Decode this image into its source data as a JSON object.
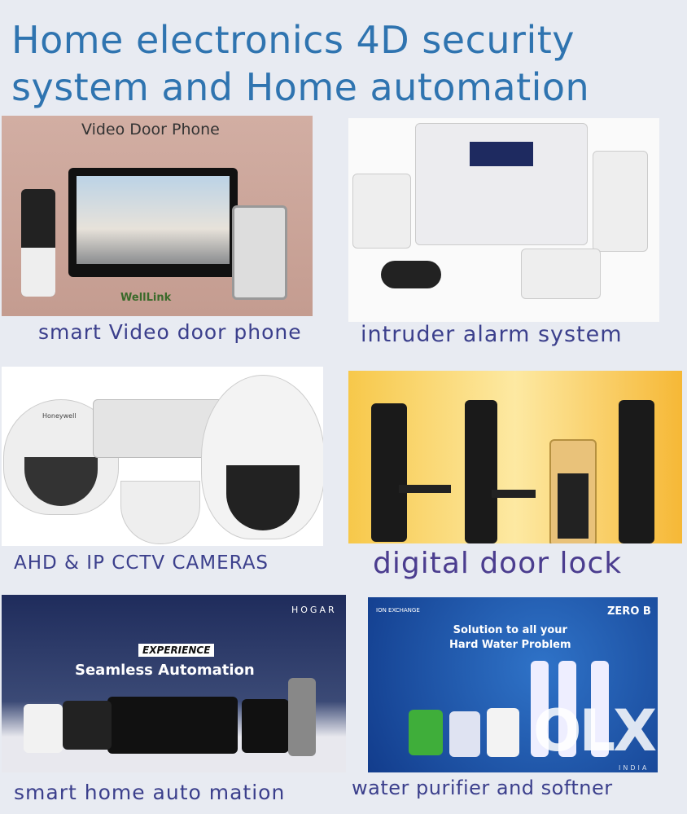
{
  "title": {
    "line1": "Home electronics 4D security",
    "line2": "system and Home automation"
  },
  "panels": [
    {
      "caption": "smart Video door phone",
      "heading": "Video Door Phone",
      "brand": "WellLink"
    },
    {
      "caption": "intruder alarm system"
    },
    {
      "caption": "AHD & IP CCTV CAMERAS",
      "brand": "Honeywell"
    },
    {
      "caption": "digital door lock"
    },
    {
      "caption": "smart home auto mation",
      "brand": "HOGAR",
      "badge": "EXPERIENCE",
      "headline": "Seamless Automation"
    },
    {
      "caption": "water purifier and softner",
      "brand_left": "ION EXCHANGE",
      "brand_right": "ZERO B",
      "headline1": "Solution to all your",
      "headline2": "Hard Water Problem"
    }
  ],
  "watermark": {
    "logo": "OLX",
    "sub": "INDIA"
  }
}
